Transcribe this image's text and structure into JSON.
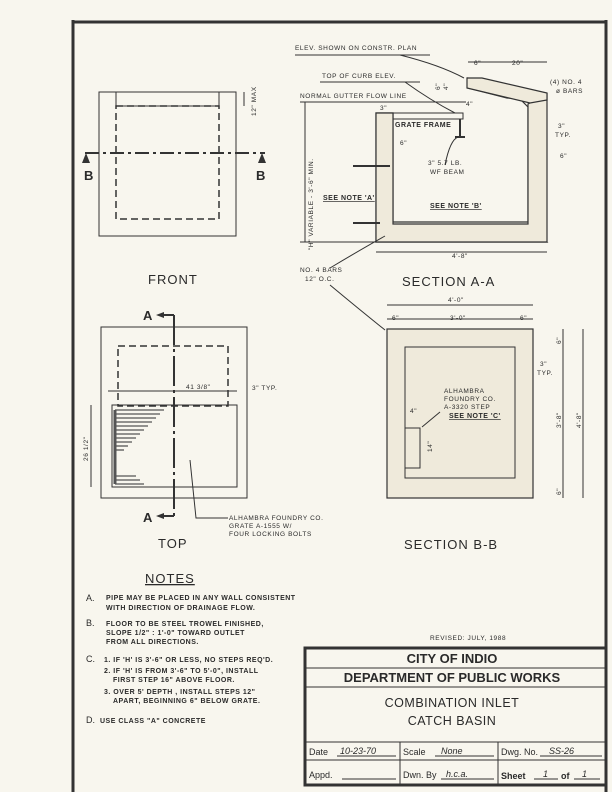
{
  "front": {
    "title": "FRONT",
    "dim_max": "12\" MAX",
    "section_label_left": "B",
    "section_label_right": "B"
  },
  "section_aa": {
    "title": "SECTION A-A",
    "elev_note": "ELEV. SHOWN ON CONSTR. PLAN",
    "top_of_curb": "TOP OF CURB ELEV.",
    "gutter_flow": "NORMAL GUTTER FLOW LINE",
    "grate_frame": "GRATE FRAME",
    "beam_line1": "3\" 5.7 LB.",
    "beam_line2": "WF BEAM",
    "see_note_a": "SEE NOTE 'A'",
    "see_note_b": "SEE NOTE 'B'",
    "height_dim": "\"H\" VARIABLE - 3'-6\" MIN.",
    "width_dim": "4'-8\"",
    "dim_6": "6\"",
    "dim_20": "20\"",
    "bars_line1": "(4) NO. 4",
    "bars_line2": "ø BARS",
    "dim_3_typ_1": "3\"",
    "dim_3_typ_2": "TYP.",
    "dim_6_wall": "6\"",
    "dim_4": "4\"",
    "dim_3_top": "3\"",
    "dim_6_curb": "6\"",
    "dim_6_inner": "6\"",
    "dim_4_curb": "4\"",
    "floor_bars_line1": "NO. 4 BARS",
    "floor_bars_line2": "12\" O.C."
  },
  "top": {
    "title": "TOP",
    "section_label_top": "A",
    "section_label_bottom": "A",
    "dim_width": "41 3/8\"",
    "dim_typ": "3\" TYP.",
    "dim_height": "26 1/2\"",
    "grate_line1": "ALHAMBRA FOUNDRY CO.",
    "grate_line2": "GRATE A-1555 W/",
    "grate_line3": "FOUR LOCKING BOLTS"
  },
  "section_bb": {
    "title": "SECTION B-B",
    "dim_total": "4'-0\"",
    "dim_left": "6\"",
    "dim_mid": "3'-0\"",
    "dim_right": "6\"",
    "dim_typ1": "3\"",
    "dim_typ2": "TYP.",
    "dim_inner_h": "3'-8\"",
    "dim_outer_h": "4'-8\"",
    "dim_top": "6\"",
    "dim_bottom": "6\"",
    "step_line1": "ALHAMBRA",
    "step_line2": "FOUNDRY CO.",
    "step_line3": "A-3320 STEP",
    "see_note_c": "SEE NOTE 'C'",
    "dim_4": "4\"",
    "dim_14": "14\""
  },
  "notes": {
    "title": "NOTES",
    "a_letter": "A.",
    "a_lines": [
      "PIPE MAY BE PLACED IN ANY WALL CONSISTENT",
      "WITH DIRECTION OF DRAINAGE FLOW."
    ],
    "b_letter": "B.",
    "b_lines": [
      "FLOOR TO BE STEEL TROWEL FINISHED,",
      "SLOPE 1/2\" : 1'-0\"  TOWARD OUTLET",
      "FROM ALL DIRECTIONS."
    ],
    "c_letter": "C.",
    "c_lines": [
      "1. IF 'H' IS 3'-6\" OR LESS, NO STEPS REQ'D.",
      "2. IF 'H' IS FROM 3'-6\" TO 5'-0\", INSTALL",
      "FIRST STEP 16\" ABOVE FLOOR.",
      "3. OVER 5' DEPTH , INSTALL STEPS 12\"",
      "APART, BEGINNING 6\" BELOW GRATE."
    ],
    "d_letter": "D.",
    "d_lines": [
      "USE CLASS \"A\" CONCRETE"
    ]
  },
  "title_block": {
    "revised": "REVISED: JULY, 1988",
    "city": "CITY OF INDIO",
    "department": "DEPARTMENT OF PUBLIC WORKS",
    "drawing_title_1": "COMBINATION INLET",
    "drawing_title_2": "CATCH BASIN",
    "date_label": "Date",
    "date_value": "10-23-70",
    "scale_label": "Scale",
    "scale_value": "None",
    "dwg_label": "Dwg. No.",
    "dwg_value": "SS-26",
    "appd_label": "Appd.",
    "appd_value": "",
    "dwn_label": "Dwn. By",
    "dwn_value": "h.c.a.",
    "sheet_label": "Sheet",
    "sheet_value": "1",
    "of_label": "of",
    "of_value": "1"
  }
}
